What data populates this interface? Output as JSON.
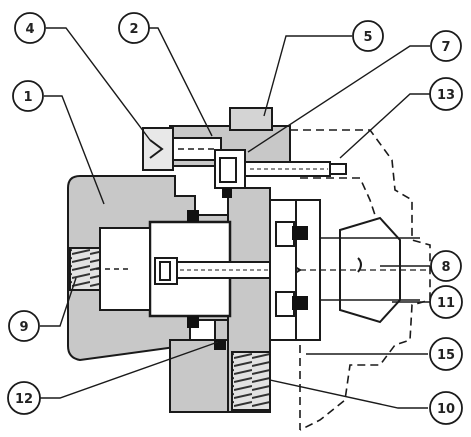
{
  "callouts": [
    {
      "id": "c1",
      "label": "1"
    },
    {
      "id": "c2",
      "label": "2"
    },
    {
      "id": "c4",
      "label": "4"
    },
    {
      "id": "c5",
      "label": "5"
    },
    {
      "id": "c7",
      "label": "7"
    },
    {
      "id": "c8",
      "label": "8"
    },
    {
      "id": "c9",
      "label": "9"
    },
    {
      "id": "c10",
      "label": "10"
    },
    {
      "id": "c11",
      "label": "11"
    },
    {
      "id": "c12",
      "label": "12"
    },
    {
      "id": "c13",
      "label": "13"
    },
    {
      "id": "c15",
      "label": "15"
    }
  ],
  "colors": {
    "body_fill": "#c8c8c8",
    "line": "#1a1a1a",
    "seal": "#111111",
    "background": "#ffffff"
  }
}
